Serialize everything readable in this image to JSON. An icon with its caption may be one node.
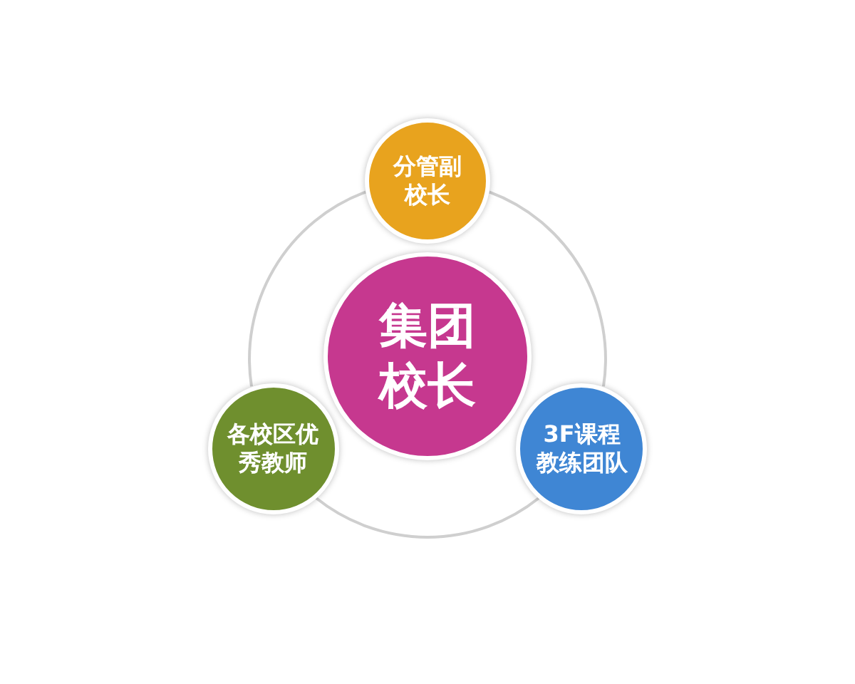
{
  "diagram": {
    "nodes": [
      {
        "text": [
          "集团校长"
        ]
      },
      {
        "text": [
          "分管副校长"
        ]
      },
      {
        "text": [
          "各校区优秀教师"
        ]
      },
      {
        "text": [
          "3F课程教练团队"
        ]
      }
    ],
    "edges": [
      {
        "from": 1,
        "to": 3,
        "arrow": "none"
      },
      {
        "from": 3,
        "to": 2,
        "arrow": "none"
      },
      {
        "from": 2,
        "to": 1,
        "arrow": "none"
      }
    ]
  }
}
